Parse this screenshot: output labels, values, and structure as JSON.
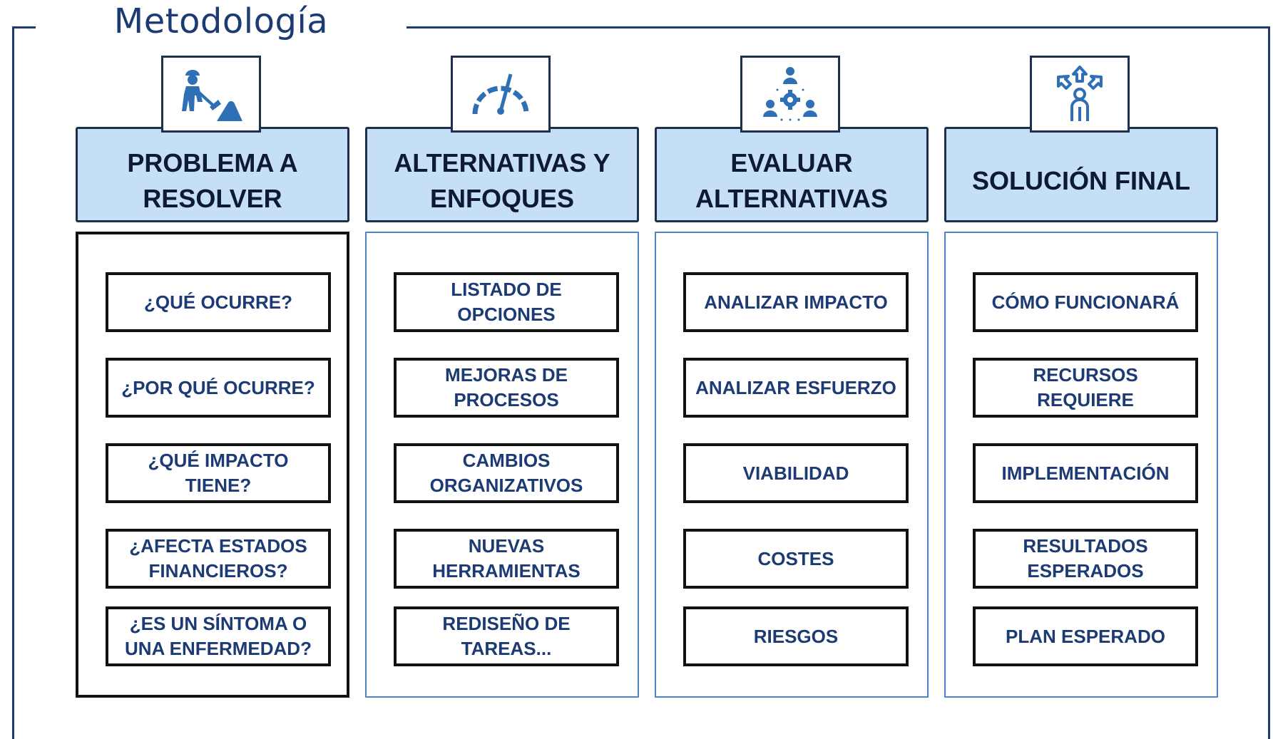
{
  "title": "Metodología",
  "colors": {
    "frame": "#1c3a73",
    "header_fill": "#c5dff7",
    "text": "#1c3a73",
    "icon": "#2f6fb5"
  },
  "columns": [
    {
      "icon": "worker-shovel-icon",
      "header": "PROBLEMA A RESOLVER",
      "items": [
        "¿QUÉ OCURRE?",
        "¿POR QUÉ OCURRE?",
        "¿QUÉ IMPACTO TIENE?",
        "¿AFECTA ESTADOS FINANCIEROS?",
        "¿ES UN SÍNTOMA O UNA ENFERMEDAD?"
      ]
    },
    {
      "icon": "speedometer-icon",
      "header": "ALTERNATIVAS Y ENFOQUES",
      "items": [
        "LISTADO DE OPCIONES",
        "MEJORAS DE PROCESOS",
        "CAMBIOS ORGANIZATIVOS",
        "NUEVAS HERRAMIENTAS",
        "REDISEÑO DE TAREAS..."
      ]
    },
    {
      "icon": "team-gear-icon",
      "header": "EVALUAR ALTERNATIVAS",
      "items": [
        "ANALIZAR IMPACTO",
        "ANALIZAR ESFUERZO",
        "VIABILIDAD",
        "COSTES",
        "RIESGOS"
      ]
    },
    {
      "icon": "person-directions-icon",
      "header": "SOLUCIÓN FINAL",
      "items": [
        "CÓMO FUNCIONARÁ",
        "RECURSOS REQUIERE",
        "IMPLEMENTACIÓN",
        "RESULTADOS ESPERADOS",
        "PLAN ESPERADO"
      ]
    }
  ]
}
